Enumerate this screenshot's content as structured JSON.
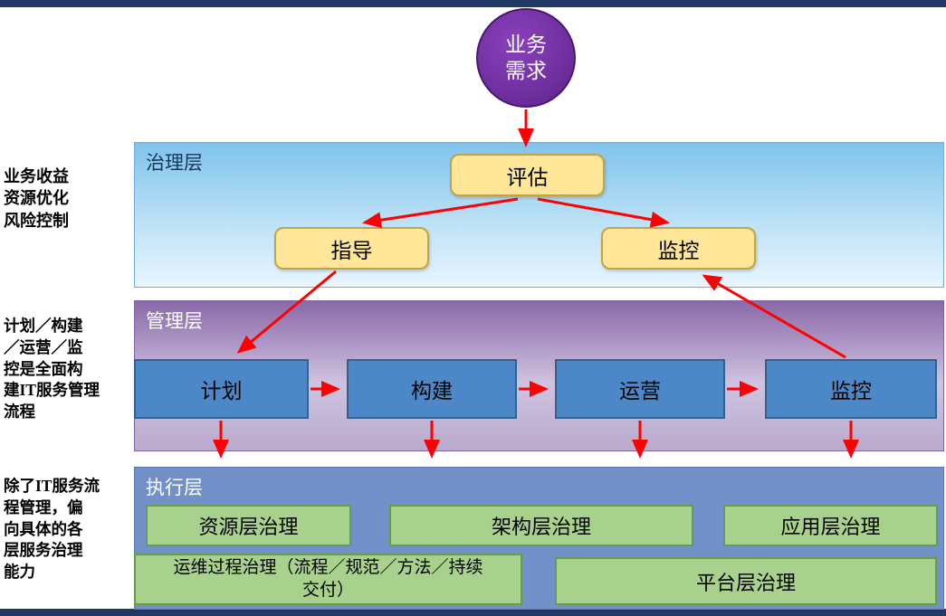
{
  "chrome": {
    "top_bar_color": "#1F3864",
    "bottom_bar_color": "#1F3864"
  },
  "root": {
    "label": "业务\n需求"
  },
  "governance": {
    "title": "治理层",
    "note": "业务收益\n资源优化\n风险控制",
    "assess": "评估",
    "direct": "指导",
    "monitor": "监控"
  },
  "management": {
    "title": "管理层",
    "note": "计划／构建\n／运营／监\n控是全面构\n建IT服务管理\n流程",
    "plan": "计划",
    "build": "构建",
    "operate": "运营",
    "monitor": "监控"
  },
  "execution": {
    "title": "执行层",
    "note": "除了IT服务流\n程管理，偏\n向具体的各\n层服务治理\n能力",
    "resource": "资源层治理",
    "architecture": "架构层治理",
    "application": "应用层治理",
    "ops_process": "运维过程治理（流程／规范／方法／持续\n交付）",
    "platform": "平台层治理"
  },
  "colors": {
    "arrow": "#FF0000",
    "circle_fill": "#7030A0",
    "yellow_node_fill": "#FFE699",
    "blue_node_fill": "#4C87C8",
    "green_node_fill": "#A9D18E",
    "governance_layer_top": "#7FC3EC",
    "management_layer_top": "#8A68A8",
    "execution_layer_fill": "#7191C8"
  }
}
